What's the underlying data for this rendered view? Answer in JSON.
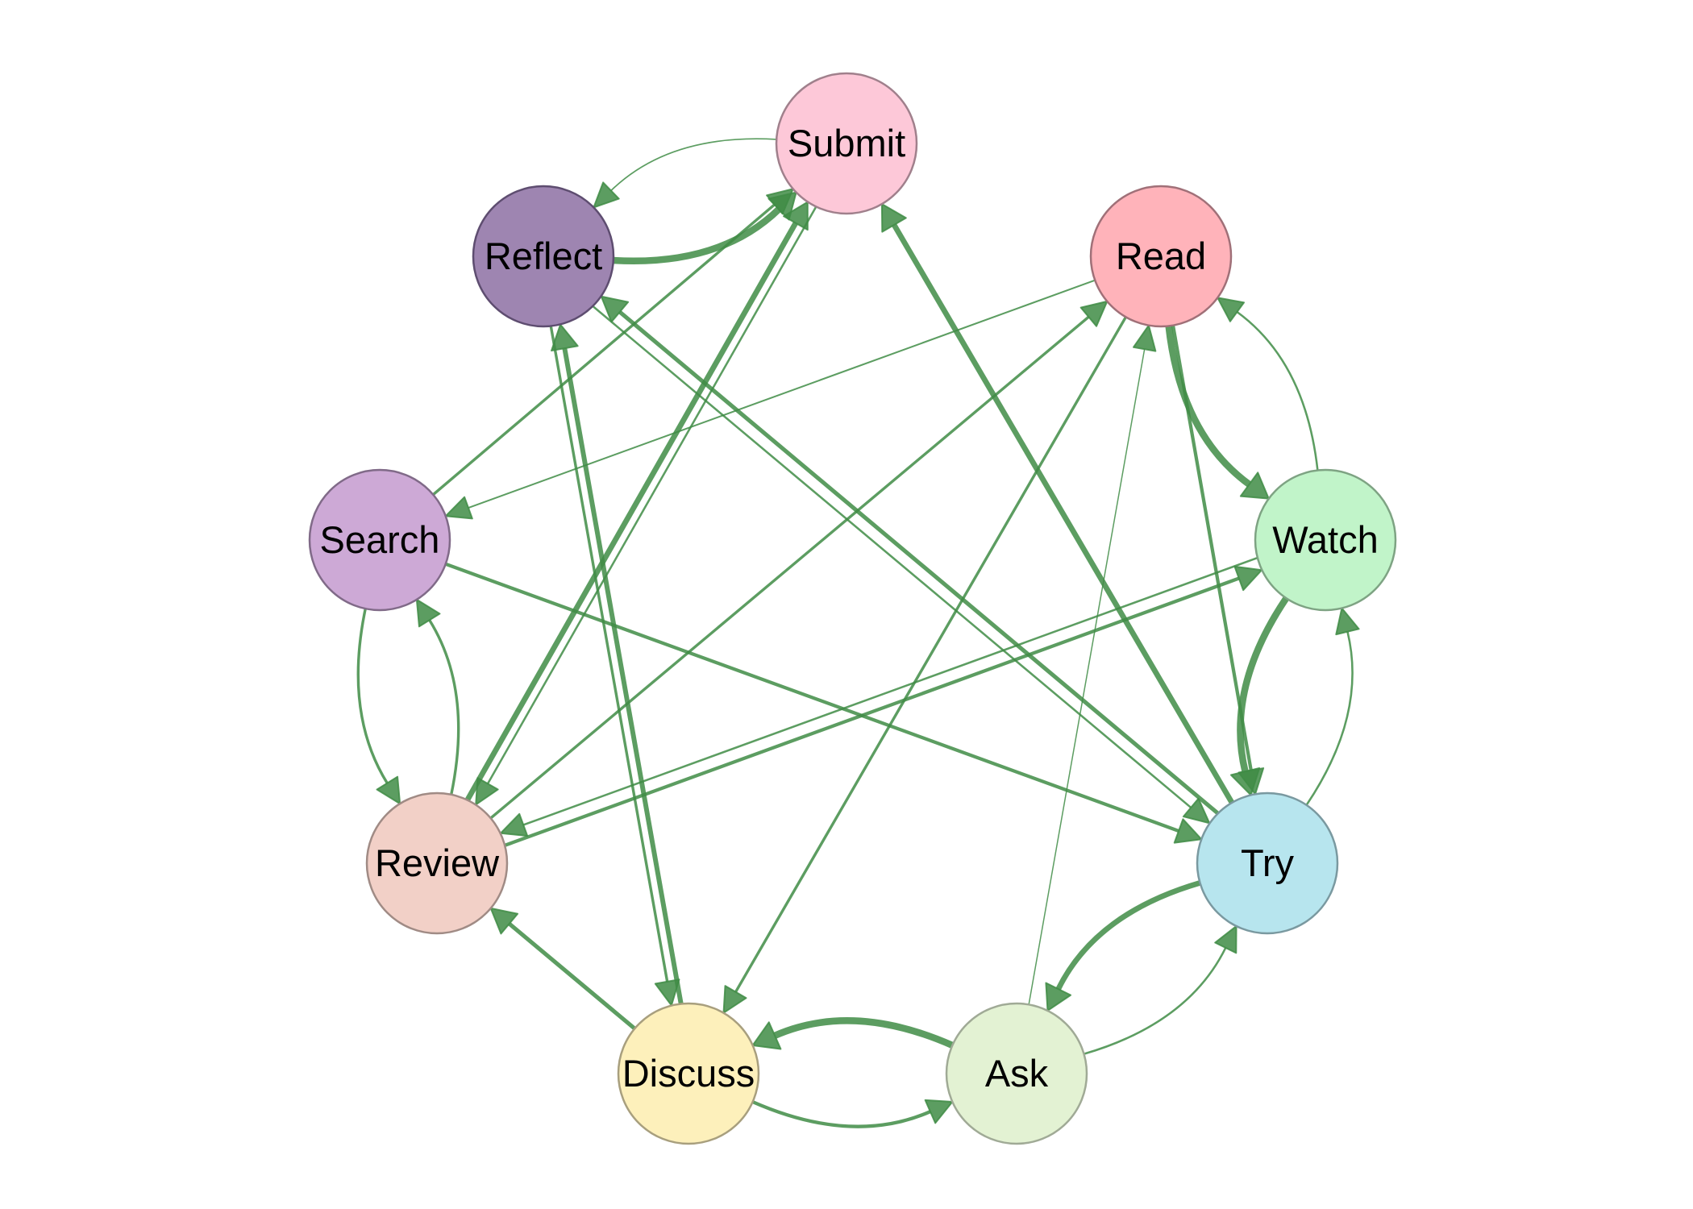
{
  "diagram": {
    "type": "directed-graph",
    "edge_color": "#3f8c45",
    "nodes": [
      {
        "id": "Submit",
        "label": "Submit",
        "fill": "#fdc8d8",
        "stroke": "#a0808c"
      },
      {
        "id": "Reflect",
        "label": "Reflect",
        "fill": "#9e85b1",
        "stroke": "#5e4d70"
      },
      {
        "id": "Read",
        "label": "Read",
        "fill": "#ffb3ba",
        "stroke": "#a07078"
      },
      {
        "id": "Search",
        "label": "Search",
        "fill": "#cda9d6",
        "stroke": "#806a88"
      },
      {
        "id": "Watch",
        "label": "Watch",
        "fill": "#c1f4c9",
        "stroke": "#7ea383"
      },
      {
        "id": "Review",
        "label": "Review",
        "fill": "#f2d0c7",
        "stroke": "#a08b85"
      },
      {
        "id": "Try",
        "label": "Try",
        "fill": "#b7e5ee",
        "stroke": "#7a99a0"
      },
      {
        "id": "Discuss",
        "label": "Discuss",
        "fill": "#fdf0bb",
        "stroke": "#a89f7e"
      },
      {
        "id": "Ask",
        "label": "Ask",
        "fill": "#e3f2d3",
        "stroke": "#a0aa96"
      }
    ],
    "edges": [
      {
        "from": "Reflect",
        "to": "Submit",
        "weight": 5
      },
      {
        "from": "Submit",
        "to": "Reflect",
        "weight": 1
      },
      {
        "from": "Search",
        "to": "Submit",
        "weight": 2
      },
      {
        "from": "Review",
        "to": "Submit",
        "weight": 4
      },
      {
        "from": "Submit",
        "to": "Review",
        "weight": 1.5
      },
      {
        "from": "Try",
        "to": "Submit",
        "weight": 4
      },
      {
        "from": "Read",
        "to": "Search",
        "weight": 1.2
      },
      {
        "from": "Review",
        "to": "Read",
        "weight": 2
      },
      {
        "from": "Read",
        "to": "Discuss",
        "weight": 2
      },
      {
        "from": "Ask",
        "to": "Read",
        "weight": 0.8
      },
      {
        "from": "Read",
        "to": "Try",
        "weight": 2.5
      },
      {
        "from": "Read",
        "to": "Watch",
        "weight": 5
      },
      {
        "from": "Watch",
        "to": "Read",
        "weight": 1.5
      },
      {
        "from": "Watch",
        "to": "Try",
        "weight": 5
      },
      {
        "from": "Try",
        "to": "Watch",
        "weight": 1.5
      },
      {
        "from": "Review",
        "to": "Watch",
        "weight": 2.5
      },
      {
        "from": "Watch",
        "to": "Review",
        "weight": 1.5
      },
      {
        "from": "Search",
        "to": "Try",
        "weight": 2.5
      },
      {
        "from": "Search",
        "to": "Review",
        "weight": 2
      },
      {
        "from": "Review",
        "to": "Search",
        "weight": 2
      },
      {
        "from": "Try",
        "to": "Reflect",
        "weight": 3
      },
      {
        "from": "Reflect",
        "to": "Try",
        "weight": 1.5
      },
      {
        "from": "Discuss",
        "to": "Reflect",
        "weight": 3.5
      },
      {
        "from": "Reflect",
        "to": "Discuss",
        "weight": 2
      },
      {
        "from": "Discuss",
        "to": "Review",
        "weight": 3
      },
      {
        "from": "Discuss",
        "to": "Ask",
        "weight": 2.5
      },
      {
        "from": "Ask",
        "to": "Discuss",
        "weight": 5
      },
      {
        "from": "Try",
        "to": "Ask",
        "weight": 4
      },
      {
        "from": "Ask",
        "to": "Try",
        "weight": 1.5
      }
    ]
  }
}
